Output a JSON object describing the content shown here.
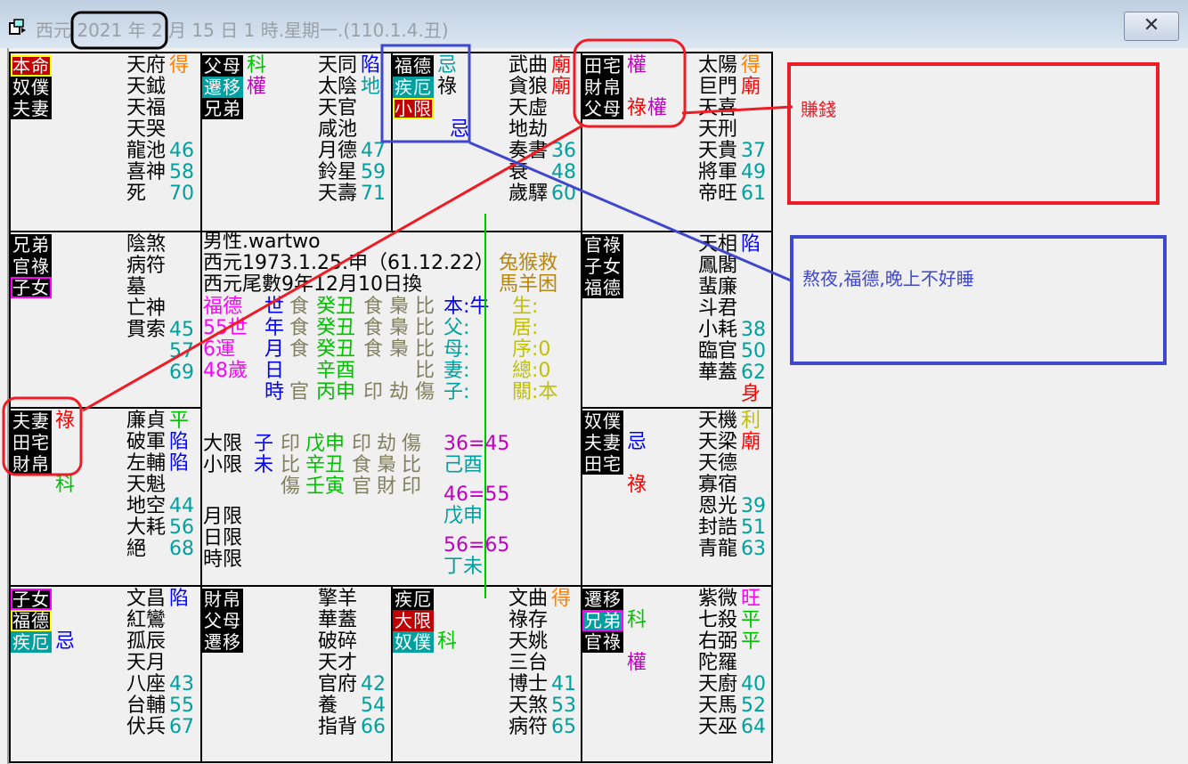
{
  "window": {
    "title": "西元 2021 年 2 月 15 日 1 時.星期一.(110.1.4.丑)",
    "close_label": "✕"
  },
  "colors": {
    "teal": "#00a0a0",
    "red": "#ff0000",
    "darkred": "#c00000",
    "orange": "#ff8000",
    "blue": "#0000ff",
    "green": "#00c000",
    "purple": "#c000c0",
    "magenta": "#ff00ff",
    "olive": "#c0c000",
    "gray": "#808060",
    "gold": "#b8860b",
    "annot_red": "#ee1c24",
    "annot_blue": "#3f48cc"
  },
  "cells": [
    {
      "tags": [
        {
          "t": "本命",
          "bg": "darkred",
          "b": "#ffff00"
        },
        {
          "t": "奴僕"
        },
        {
          "t": "夫妻"
        }
      ],
      "hua": [
        [],
        [],
        [],
        []
      ],
      "stars": [
        [
          "天府",
          "得",
          "orange"
        ],
        [
          "天鉞"
        ],
        [
          "天福"
        ],
        [
          "天哭"
        ],
        [
          "龍池",
          "46",
          "teal"
        ],
        [
          "喜神",
          "58",
          "teal"
        ],
        [
          "死",
          "70",
          "teal"
        ]
      ]
    },
    {
      "tags": [
        {
          "t": "父母"
        },
        {
          "t": "遷移",
          "bg": "teal"
        },
        {
          "t": "兄弟"
        }
      ],
      "hua": [
        [
          [
            "科",
            "green"
          ]
        ],
        [
          [
            "權",
            "purple"
          ]
        ],
        [],
        []
      ],
      "stars": [
        [
          "天同",
          "陷",
          "blue"
        ],
        [
          "太陰",
          "地",
          "teal"
        ],
        [
          "天官"
        ],
        [
          "咸池"
        ],
        [
          "月德",
          "47",
          "teal"
        ],
        [
          "鈴星",
          "59",
          "teal"
        ],
        [
          "天壽",
          "71",
          "teal"
        ]
      ]
    },
    {
      "tags": [
        {
          "t": "福德"
        },
        {
          "t": "疾厄",
          "bg": "teal"
        },
        {
          "t": "小限",
          "bg": "darkred",
          "b": "#ffff00"
        }
      ],
      "hua": [
        [
          [
            "忌",
            "teal"
          ]
        ],
        [
          [
            "祿",
            "#000"
          ]
        ],
        [],
        [
          [
            "  忌",
            "blue"
          ]
        ]
      ],
      "stars": [
        [
          "武曲",
          "廟",
          "red"
        ],
        [
          "貪狼",
          "廟",
          "red"
        ],
        [
          "天虛"
        ],
        [
          "地劫"
        ],
        [
          "奏書",
          "36",
          "teal"
        ],
        [
          "衰",
          "48",
          "teal"
        ],
        [
          "歲驛",
          "60",
          "teal"
        ]
      ]
    },
    {
      "tags": [
        {
          "t": "田宅"
        },
        {
          "t": "財帛"
        },
        {
          "t": "父母"
        }
      ],
      "hua": [
        [
          [
            "權",
            "purple"
          ]
        ],
        [],
        [
          [
            "祿",
            "red"
          ],
          [
            "權",
            "purple"
          ]
        ],
        []
      ],
      "stars": [
        [
          "太陽",
          "得",
          "orange"
        ],
        [
          "巨門",
          "廟",
          "red"
        ],
        [
          "天喜"
        ],
        [
          "天刑"
        ],
        [
          "天貴",
          "37",
          "teal"
        ],
        [
          "將軍",
          "49",
          "teal"
        ],
        [
          "帝旺",
          "61",
          "teal"
        ]
      ]
    },
    {
      "tags": [
        {
          "t": "兄弟"
        },
        {
          "t": "官祿"
        },
        {
          "t": "子女",
          "b": "#ff00ff"
        }
      ],
      "hua": [
        [],
        [],
        [],
        []
      ],
      "stars": [
        [
          "陰煞"
        ],
        [
          "病符"
        ],
        [
          "墓"
        ],
        [
          "亡神"
        ],
        [
          "貫索",
          "45",
          "teal"
        ],
        [
          "",
          "57",
          "teal"
        ],
        [
          "",
          "69",
          "teal"
        ]
      ]
    },
    {
      "tags": [
        {
          "t": "官祿"
        },
        {
          "t": "子女"
        },
        {
          "t": "福德"
        }
      ],
      "hua": [
        [],
        [],
        [],
        []
      ],
      "stars": [
        [
          "天相",
          "陷",
          "blue"
        ],
        [
          "鳳閣"
        ],
        [
          "蜚廉"
        ],
        [
          "斗君"
        ],
        [
          "小耗",
          "38",
          "teal"
        ],
        [
          "臨官",
          "50",
          "teal"
        ],
        [
          "華蓋",
          "62",
          "teal"
        ],
        [
          "",
          "身",
          "red"
        ]
      ]
    },
    {
      "tags": [
        {
          "t": "夫妻"
        },
        {
          "t": "田宅"
        },
        {
          "t": "財帛"
        }
      ],
      "hua": [
        [
          [
            "祿",
            "red"
          ]
        ],
        [],
        [],
        [
          [
            "科",
            "green"
          ]
        ]
      ],
      "stars": [
        [
          "廉貞",
          "平",
          "green"
        ],
        [
          "破軍",
          "陷",
          "blue"
        ],
        [
          "左輔",
          "陷",
          "blue"
        ],
        [
          "天魁"
        ],
        [
          "地空",
          "44",
          "teal"
        ],
        [
          "大耗",
          "56",
          "teal"
        ],
        [
          "絕",
          "68",
          "teal"
        ]
      ]
    },
    {
      "tags": [
        {
          "t": "奴僕"
        },
        {
          "t": "夫妻"
        },
        {
          "t": "田宅"
        }
      ],
      "hua": [
        [],
        [
          [
            "忌",
            "blue"
          ]
        ],
        [],
        [
          [
            "祿",
            "red"
          ]
        ]
      ],
      "stars": [
        [
          "天機",
          "利",
          "olive"
        ],
        [
          "天梁",
          "廟",
          "red"
        ],
        [
          "天德"
        ],
        [
          "寡宿"
        ],
        [
          "恩光",
          "39",
          "teal"
        ],
        [
          "封誥",
          "51",
          "teal"
        ],
        [
          "青龍",
          "63",
          "teal"
        ]
      ]
    },
    {
      "tags": [
        {
          "t": "子女",
          "b": "#ff00ff"
        },
        {
          "t": "福德",
          "b": "#ffff00"
        },
        {
          "t": "疾厄",
          "bg": "teal"
        }
      ],
      "hua": [
        [],
        [],
        [
          [
            "忌",
            "blue"
          ]
        ],
        []
      ],
      "stars": [
        [
          "文昌",
          "陷",
          "blue"
        ],
        [
          "紅鸞"
        ],
        [
          "孤辰"
        ],
        [
          "天月"
        ],
        [
          "八座",
          "43",
          "teal"
        ],
        [
          "台輔",
          "55",
          "teal"
        ],
        [
          "伏兵",
          "67",
          "teal"
        ]
      ]
    },
    {
      "tags": [
        {
          "t": "財帛"
        },
        {
          "t": "父母"
        },
        {
          "t": "遷移"
        }
      ],
      "hua": [
        [],
        [],
        [],
        []
      ],
      "stars": [
        [
          "擎羊"
        ],
        [
          "華蓋"
        ],
        [
          "破碎"
        ],
        [
          "天才"
        ],
        [
          "官府",
          "42",
          "teal"
        ],
        [
          "養",
          "54",
          "teal"
        ],
        [
          "指背",
          "66",
          "teal"
        ]
      ]
    },
    {
      "tags": [
        {
          "t": "疾厄"
        },
        {
          "t": "大限",
          "bg": "darkred"
        },
        {
          "t": "奴僕",
          "bg": "teal"
        }
      ],
      "hua": [
        [],
        [],
        [
          [
            "科",
            "green"
          ]
        ],
        []
      ],
      "stars": [
        [
          "文曲",
          "得",
          "orange"
        ],
        [
          "祿存"
        ],
        [
          "天姚"
        ],
        [
          "三台"
        ],
        [
          "博士",
          "41",
          "teal"
        ],
        [
          "天煞",
          "53",
          "teal"
        ],
        [
          "病符",
          "65",
          "teal"
        ]
      ]
    },
    {
      "tags": [
        {
          "t": "遷移"
        },
        {
          "t": "兄弟",
          "bg": "teal",
          "b": "#ff00ff"
        },
        {
          "t": "官祿"
        }
      ],
      "hua": [
        [],
        [
          [
            "科",
            "green"
          ]
        ],
        [],
        [
          [
            "權",
            "purple"
          ]
        ]
      ],
      "stars": [
        [
          "紫微",
          "旺",
          "magenta"
        ],
        [
          "七殺",
          "平",
          "green"
        ],
        [
          "右弼",
          "平",
          "green"
        ],
        [
          "陀羅"
        ],
        [
          "天廚",
          "40",
          "teal"
        ],
        [
          "天馬",
          "52",
          "teal"
        ],
        [
          "天巫",
          "64",
          "teal"
        ]
      ]
    }
  ],
  "center": {
    "line1": "男性.wartwo",
    "line2": "西元1973.1.25.申（61.12.22）",
    "line3": "西元尾數9年12月10日換",
    "left_col": [
      "福德",
      "55世",
      "6運",
      "48歲"
    ],
    "pillars": [
      [
        "世",
        "食",
        "癸丑",
        "食",
        "梟",
        "比"
      ],
      [
        "年",
        "食",
        "癸丑",
        "食",
        "梟",
        "比"
      ],
      [
        "月",
        "食",
        "癸丑",
        "食",
        "梟",
        "比"
      ],
      [
        "日",
        "",
        "辛酉",
        "",
        "",
        "比"
      ],
      [
        "時",
        "官",
        "丙申",
        "印",
        "劫",
        "傷"
      ]
    ],
    "relations": [
      "本:牛",
      "父:",
      "母:",
      "妻:",
      "子:"
    ],
    "animals": [
      "兔猴救",
      "馬羊困"
    ],
    "info": [
      "生:",
      "居:",
      "序:0",
      "總:0",
      "關:本"
    ],
    "limits": [
      [
        "大限",
        "子",
        "印",
        "戊申",
        "印",
        "劫",
        "傷"
      ],
      [
        "小限",
        "未",
        "比",
        "辛丑",
        "食",
        "梟",
        "比"
      ],
      [
        "",
        "",
        "傷",
        "壬寅",
        "官",
        "財",
        "印"
      ]
    ],
    "limit_labels": [
      "月限",
      "日限",
      "時限"
    ],
    "decades": [
      [
        "36=45",
        "己酉"
      ],
      [
        "46=55",
        "戊申"
      ],
      [
        "56=65",
        "丁未"
      ]
    ]
  },
  "notes": {
    "money": "賺錢",
    "sleep": "熬夜,福德,晚上不好睡"
  }
}
